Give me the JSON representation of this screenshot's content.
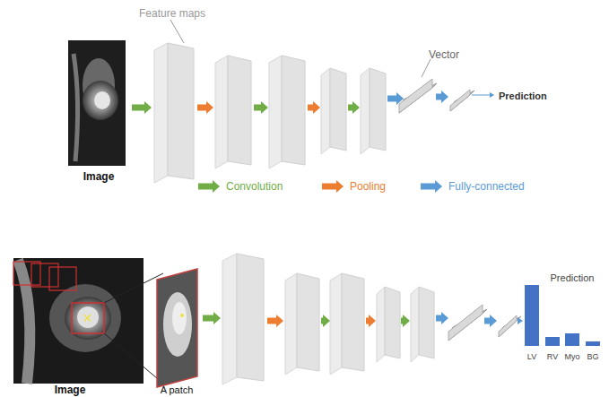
{
  "diagram": {
    "labels": [
      "Feature maps",
      "Vector",
      "Prediction",
      "Image",
      "Image",
      "A patch",
      "Prediction",
      "LV",
      "RV",
      "Myo",
      "BG"
    ],
    "legend": [
      {
        "text": "Convolution",
        "color": "#70ad47"
      },
      {
        "text": "Pooling",
        "color": "#ed7d31"
      },
      {
        "text": "Fully-connected",
        "color": "#5b9bd5"
      }
    ]
  }
}
